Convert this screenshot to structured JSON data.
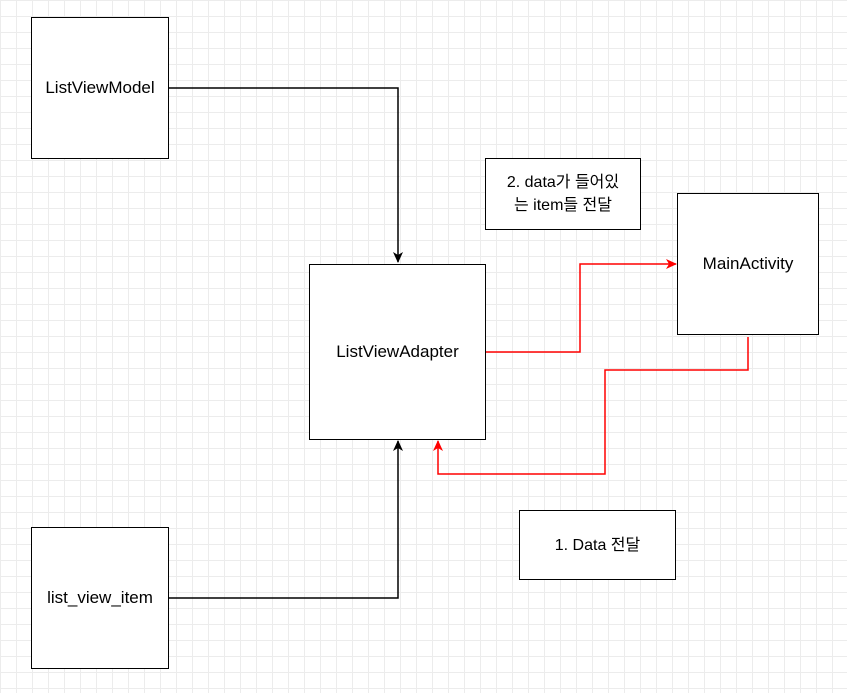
{
  "nodes": {
    "list_view_model": "ListViewModel",
    "list_view_adapter": "ListViewAdapter",
    "main_activity": "MainActivity",
    "list_view_item": "list_view_item"
  },
  "notes": {
    "items_line1": "2. data가 들어있",
    "items_line2": "는 item들 전달",
    "data_transfer": "1. Data 전달"
  },
  "colors": {
    "line": "#000000",
    "accent": "#ff0000"
  }
}
